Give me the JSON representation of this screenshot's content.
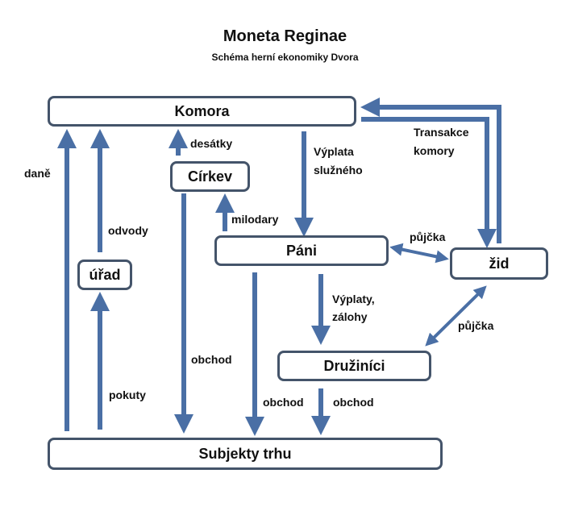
{
  "header": {
    "title": "Moneta Reginae",
    "subtitle": "Schéma herní ekonomiky Dvora"
  },
  "colors": {
    "arrow": "#4a6fa5",
    "node_border": "#44546a"
  },
  "nodes": {
    "komora": "Komora",
    "cirkev": "Církev",
    "pani": "Páni",
    "urad": "úřad",
    "zid": "žid",
    "druzinici": "Družiníci",
    "subjekty": "Subjekty trhu"
  },
  "edges": {
    "dane": "daně",
    "odvody": "odvody",
    "pokuty": "pokuty",
    "desatky": "desátky",
    "milodary": "milodary",
    "vyplata1": "Výplata",
    "vyplata2": "služného",
    "transakce1": "Transakce",
    "transakce2": "komory",
    "pujcka_pani": "půjčka",
    "pujcka_druzinici": "půjčka",
    "vyplaty1": "Výplaty,",
    "vyplaty2": "zálohy",
    "obchod_cirkev": "obchod",
    "obchod_pani": "obchod",
    "obchod_druzinici": "obchod"
  }
}
